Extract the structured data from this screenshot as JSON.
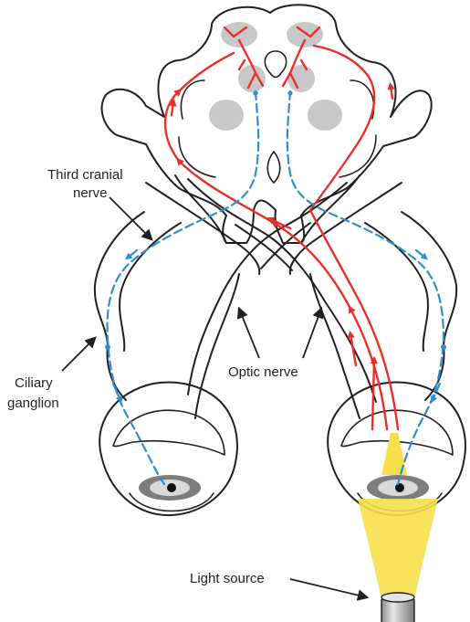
{
  "labels": {
    "third_cranial_nerve_line1": "Third cranial",
    "third_cranial_nerve_line2": "nerve",
    "optic_nerve": "Optic nerve",
    "ciliary_ganglion_line1": "Ciliary",
    "ciliary_ganglion_line2": "ganglion",
    "light_source": "Light source"
  },
  "colors": {
    "outline": "#231f20",
    "afferent_pathway": "#e8302a",
    "efferent_pathway": "#2e8fd0",
    "nucleus_gray": "#c8c8c8",
    "light_beam": "#f7e04a",
    "iris_gray": "#7d7d7d"
  }
}
